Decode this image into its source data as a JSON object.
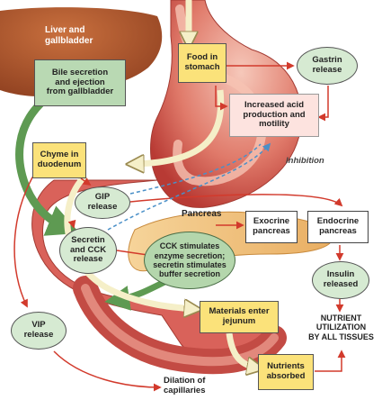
{
  "colors": {
    "liver": "#b25a32",
    "stomach_outer": "#d8544c",
    "stomach_inner": "#f2b2a4",
    "pancreas": "#f3c37f",
    "arrow_red": "#d23a2c",
    "arrow_cream": "#f5efc8",
    "arrow_green": "#5e9a52",
    "inhibition_blue": "#4a90c8"
  },
  "labels": {
    "liver": "Liver and\ngallbladder",
    "bile": "Bile secretion\nand ejection\nfrom gallbladder",
    "food": "Food in\nstomach",
    "gastrin": "Gastrin\nrelease",
    "acid": "Increased acid\nproduction and\nmotility",
    "inhibition": "Inhibition",
    "chyme": "Chyme in\nduodenum",
    "gip": "GIP\nrelease",
    "pancreas": "Pancreas",
    "exocrine": "Exocrine\npancreas",
    "endocrine": "Endocrine\npancreas",
    "secretin_cck": "Secretin\nand CCK\nrelease",
    "cck_stim": "CCK stimulates\nenzyme secretion;\nsecretin stimulates\nbuffer secretion",
    "insulin": "Insulin\nreleased",
    "nutrient_util": "NUTRIENT\nUTILIZATION\nBY ALL TISSUES",
    "vip": "VIP\nrelease",
    "materials": "Materials enter\njejunum",
    "nutrients": "Nutrients\nabsorbed",
    "dilation": "Dilation of\ncapillaries"
  }
}
